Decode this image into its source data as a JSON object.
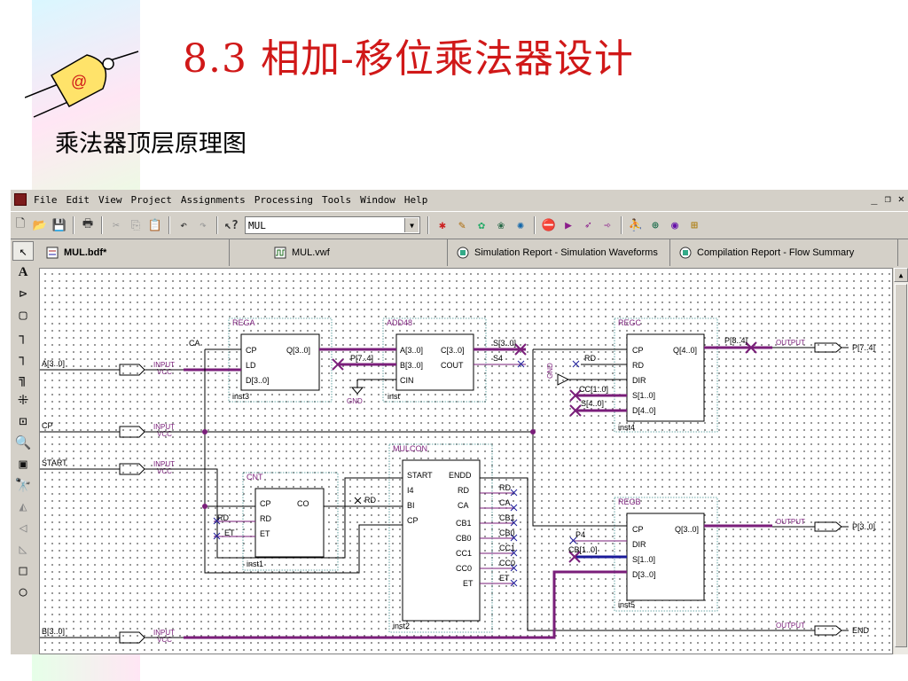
{
  "slide": {
    "title": "8.3 相加-移位乘法器设计",
    "subtitle": "乘法器顶层原理图",
    "logo_text": "@"
  },
  "app": {
    "menu": [
      "File",
      "Edit",
      "View",
      "Project",
      "Assignments",
      "Processing",
      "Tools",
      "Window",
      "Help"
    ],
    "window_buttons": [
      "_",
      "̅□",
      "×"
    ],
    "entity_combo": "MUL",
    "tabs": [
      {
        "label": "MUL.bdf*",
        "active": true
      },
      {
        "label": "MUL.vwf",
        "active": false
      },
      {
        "label": "Simulation Report - Simulation Waveforms",
        "active": false
      },
      {
        "label": "Compilation Report - Flow Summary",
        "active": false
      }
    ]
  },
  "schematic": {
    "blocks": {
      "rega": {
        "name": "REGA",
        "inst": "inst3",
        "ports": [
          "CP",
          "LD",
          "D[3..0]",
          "Q[3..0]"
        ]
      },
      "add48": {
        "name": "ADD48",
        "inst": "inst",
        "ports": [
          "A[3..0]",
          "B[3..0]",
          "CIN",
          "C[3..0]",
          "COUT"
        ]
      },
      "regc": {
        "name": "REGC",
        "inst": "inst4",
        "ports": [
          "CP",
          "RD",
          "DIR",
          "S[1..0]",
          "D[4..0]",
          "Q[4..0]"
        ]
      },
      "mulcon": {
        "name": "MULCON",
        "inst": "inst2",
        "ports": [
          "START",
          "I4",
          "BI",
          "CP",
          "ENDD",
          "RD",
          "CA",
          "CB1",
          "CB0",
          "CC1",
          "CC0",
          "ET"
        ]
      },
      "cnt": {
        "name": "CNT",
        "inst": "inst1",
        "ports": [
          "CP",
          "RD",
          "ET",
          "CO"
        ]
      },
      "regb": {
        "name": "REGB",
        "inst": "inst5",
        "ports": [
          "CP",
          "DIR",
          "S[1..0]",
          "D[3..0]",
          "Q[3..0]"
        ]
      }
    },
    "inputs": [
      {
        "name": "A[3..0]",
        "type": "INPUT",
        "vcc": "VCC"
      },
      {
        "name": "CP",
        "type": "INPUT",
        "vcc": "VCC"
      },
      {
        "name": "START",
        "type": "INPUT",
        "vcc": "VCC"
      },
      {
        "name": "B[3..0]",
        "type": "INPUT",
        "vcc": "VCC"
      }
    ],
    "outputs": [
      {
        "name": "P[7..4]",
        "type": "OUTPUT"
      },
      {
        "name": "P[3..0]",
        "type": "OUTPUT"
      },
      {
        "name": "END",
        "type": "OUTPUT"
      }
    ],
    "nets": {
      "ca": "CA",
      "p74": "P[7..4]",
      "s30": "S[3..0]",
      "s4": "S4",
      "rd": "RD",
      "cc10": "CC[1..0]",
      "s40": "S[4..0]",
      "p84": "P[8..4]",
      "rd2": "RD",
      "et": "ET",
      "rd3": "RD",
      "ca2": "CA",
      "cb1": "CB1",
      "cb0": "CB0",
      "cc1": "CC1",
      "cc0": "CC0",
      "et2": "ET",
      "p4": "P4",
      "cb10": "CB[1..0]",
      "gnd": "GND"
    }
  }
}
